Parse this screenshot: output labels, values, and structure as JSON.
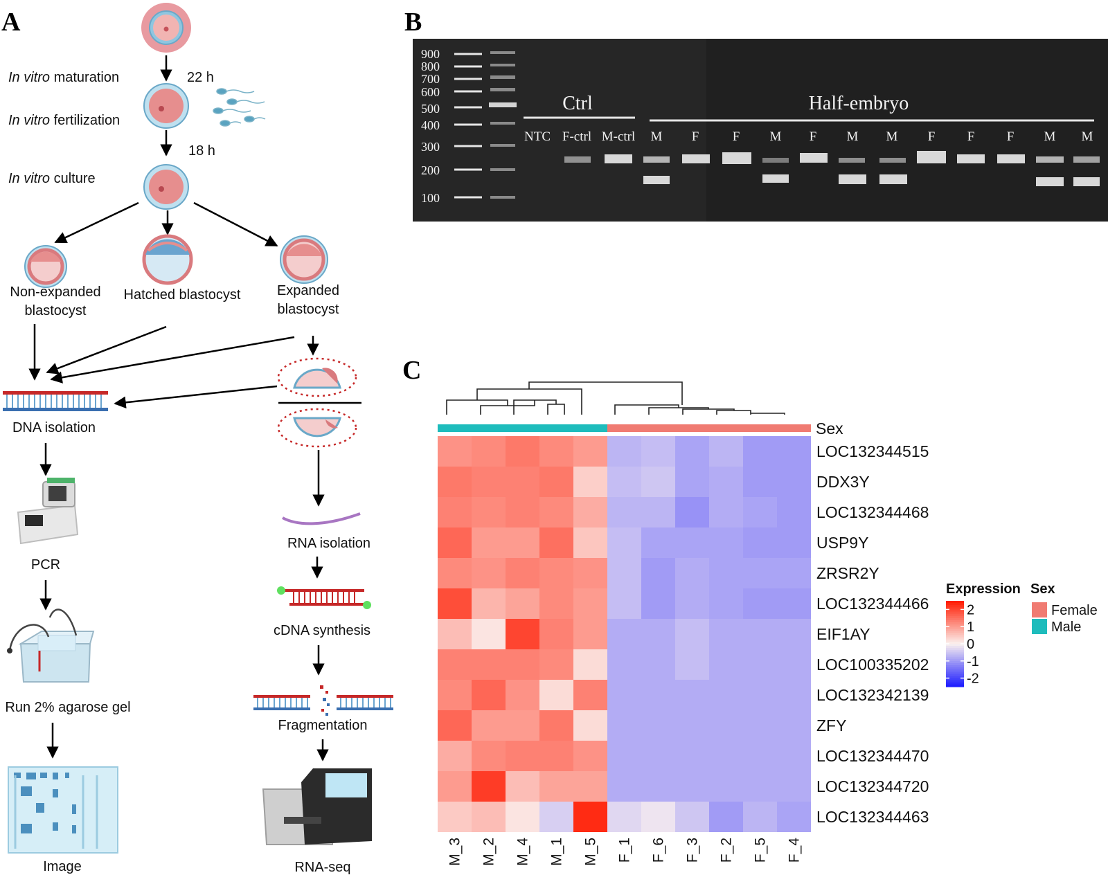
{
  "panels": {
    "a": "A",
    "b": "B",
    "c": "C"
  },
  "panel_a": {
    "steps": {
      "ivm_italic": "In vitro",
      "ivm_rest": " maturation",
      "ivf_italic": "In vitro",
      "ivf_rest": " fertilization",
      "ivc_italic": "In vitro",
      "ivc_rest": " culture",
      "t1": "22 h",
      "t2": "18  h"
    },
    "blastocysts": {
      "non_expanded_1": "Non-expanded",
      "non_expanded_2": "blastocyst",
      "hatched": "Hatched blastocyst",
      "expanded_1": "Expanded",
      "expanded_2": "blastocyst"
    },
    "dna_path": [
      "DNA isolation",
      "PCR",
      "Run 2% agarose gel",
      "Image"
    ],
    "rna_path": [
      "RNA isolation",
      "cDNA synthesis",
      "Fragmentation",
      "RNA-seq"
    ]
  },
  "panel_b": {
    "ladder": [
      "900",
      "800",
      "700",
      "600",
      "500",
      "400",
      "300",
      "200",
      "100"
    ],
    "group_ctrl": "Ctrl",
    "group_half": "Half-embryo",
    "lanes": [
      "NTC",
      "F-ctrl",
      "M-ctrl",
      "M",
      "F",
      "F",
      "M",
      "F",
      "M",
      "M",
      "F",
      "F",
      "F",
      "M",
      "M"
    ]
  },
  "chart_data": {
    "type": "heatmap",
    "annotation_label": "Sex",
    "columns": [
      "M_3",
      "M_2",
      "M_4",
      "M_1",
      "M_5",
      "F_1",
      "F_6",
      "F_3",
      "F_2",
      "F_5",
      "F_4"
    ],
    "column_sex": [
      "Male",
      "Male",
      "Male",
      "Male",
      "Male",
      "Female",
      "Female",
      "Female",
      "Female",
      "Female",
      "Female"
    ],
    "rows": [
      "LOC132344515",
      "DDX3Y",
      "LOC132344468",
      "USP9Y",
      "ZRSR2Y",
      "LOC132344466",
      "EIF1AY",
      "LOC100335202",
      "LOC132342139",
      "ZFY",
      "LOC132344470",
      "LOC132344720",
      "LOC132344463"
    ],
    "values": [
      [
        1.1,
        1.2,
        1.4,
        1.2,
        1.0,
        -0.7,
        -0.6,
        -0.9,
        -0.7,
        -1.0,
        -1.0
      ],
      [
        1.4,
        1.3,
        1.3,
        1.4,
        0.4,
        -0.6,
        -0.5,
        -0.9,
        -0.8,
        -1.0,
        -1.0
      ],
      [
        1.3,
        1.2,
        1.3,
        1.2,
        0.8,
        -0.7,
        -0.7,
        -1.1,
        -0.8,
        -0.9,
        -1.0
      ],
      [
        1.6,
        1.0,
        1.0,
        1.5,
        0.5,
        -0.6,
        -0.9,
        -0.9,
        -0.9,
        -1.0,
        -1.0
      ],
      [
        1.2,
        1.1,
        1.3,
        1.2,
        1.1,
        -0.6,
        -1.0,
        -0.8,
        -0.9,
        -0.9,
        -0.9
      ],
      [
        1.9,
        0.7,
        0.9,
        1.2,
        1.0,
        -0.6,
        -1.0,
        -0.8,
        -0.9,
        -1.0,
        -1.0
      ],
      [
        0.6,
        0.15,
        2.0,
        1.3,
        1.0,
        -0.8,
        -0.8,
        -0.6,
        -0.8,
        -0.8,
        -0.8
      ],
      [
        1.3,
        1.3,
        1.3,
        1.2,
        0.25,
        -0.8,
        -0.8,
        -0.6,
        -0.8,
        -0.8,
        -0.8
      ],
      [
        1.2,
        1.6,
        1.1,
        0.25,
        1.3,
        -0.8,
        -0.8,
        -0.8,
        -0.8,
        -0.8,
        -0.8
      ],
      [
        1.6,
        1.0,
        1.0,
        1.4,
        0.25,
        -0.8,
        -0.8,
        -0.8,
        -0.8,
        -0.8,
        -0.8
      ],
      [
        0.8,
        1.2,
        1.3,
        1.3,
        1.1,
        -0.8,
        -0.8,
        -0.8,
        -0.8,
        -0.8,
        -0.8
      ],
      [
        1.0,
        2.1,
        0.6,
        0.9,
        0.9,
        -0.8,
        -0.8,
        -0.8,
        -0.8,
        -0.8,
        -0.8
      ],
      [
        0.45,
        0.6,
        0.15,
        -0.4,
        2.3,
        -0.3,
        -0.15,
        -0.5,
        -1.0,
        -0.7,
        -0.9
      ]
    ],
    "legend_title": "Expression",
    "legend_ticks": [
      "2",
      "1",
      "0",
      "-1",
      "-2"
    ],
    "legend_tick_values": [
      2,
      1,
      0,
      -1,
      -2
    ],
    "sex_legend_title": "Sex",
    "sex_legend": [
      {
        "label": "Female",
        "color": "#f07b72"
      },
      {
        "label": "Male",
        "color": "#1ebcbc"
      }
    ],
    "scale_colors": {
      "high": "#ff1a00",
      "mid": "#fbf1ef",
      "low": "#1a1aff"
    }
  }
}
